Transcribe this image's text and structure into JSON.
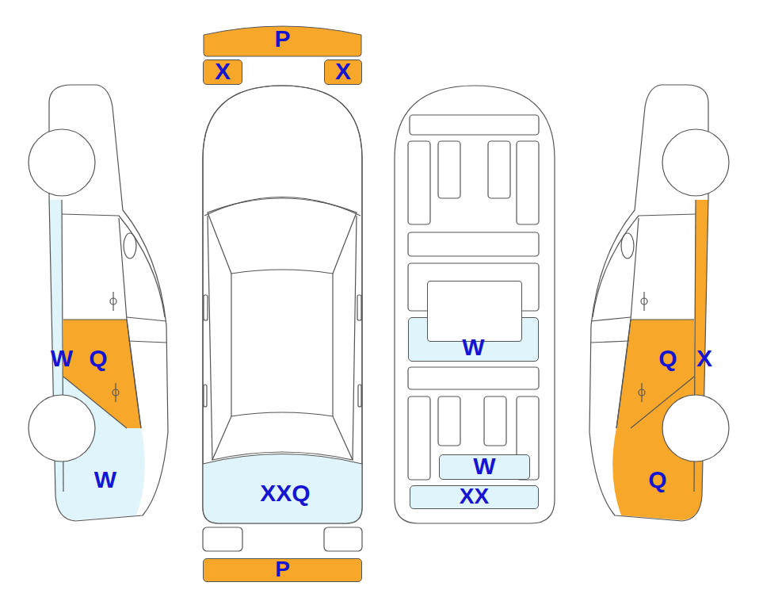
{
  "diagram": {
    "nodes": [
      {
        "text": [
          "P"
        ]
      },
      {
        "text": [
          "X"
        ]
      },
      {
        "text": [
          "X"
        ]
      },
      {
        "text": [
          "W"
        ]
      },
      {
        "text": [
          "W"
        ]
      },
      {
        "text": [
          "XX"
        ]
      },
      {
        "text": [
          "P"
        ]
      }
    ],
    "labels": [
      "W",
      "Q",
      "Q",
      "X",
      "W",
      "Q",
      "XXQ"
    ]
  }
}
